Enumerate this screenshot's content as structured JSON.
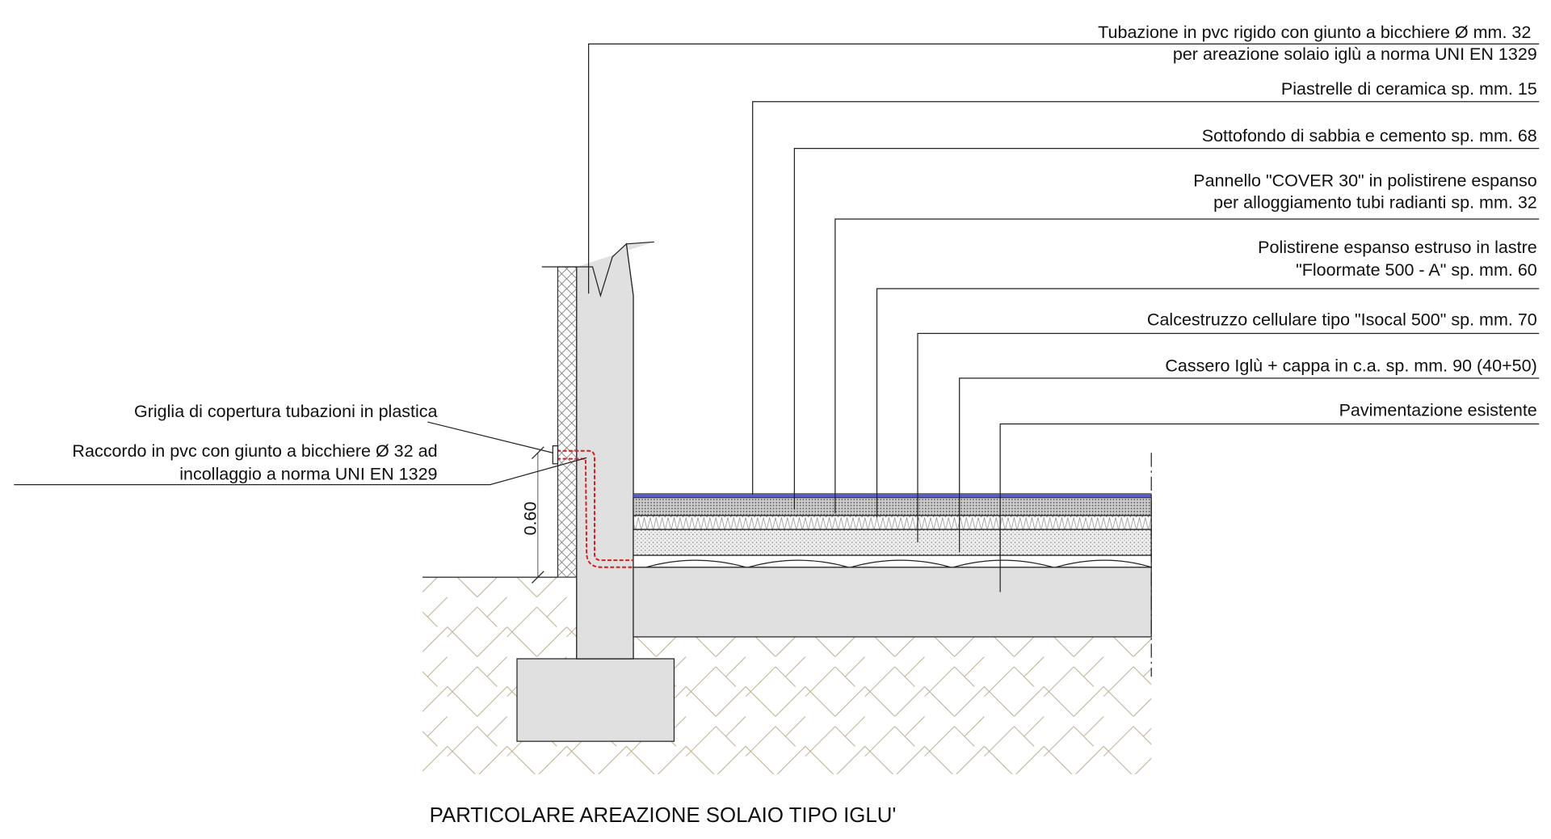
{
  "title": "PARTICOLARE AREAZIONE SOLAIO TIPO IGLU'",
  "dimension": "0.60",
  "labels_right": [
    {
      "lines": [
        "Tubazione in pvc rigido con giunto a bicchiere Ø mm. 32",
        "per areazione solaio iglù a norma UNI EN 1329"
      ]
    },
    {
      "lines": [
        "Piastrelle di ceramica sp. mm. 15"
      ]
    },
    {
      "lines": [
        "Sottofondo di sabbia e cemento sp. mm. 68"
      ]
    },
    {
      "lines": [
        "Pannello \"COVER 30\" in polistirene espanso",
        "per alloggiamento tubi radianti sp. mm. 32"
      ]
    },
    {
      "lines": [
        "Polistirene espanso estruso in lastre",
        "\"Floormate 500 - A\" sp. mm. 60"
      ]
    },
    {
      "lines": [
        "Calcestruzzo cellulare tipo \"Isocal 500\" sp. mm. 70"
      ]
    },
    {
      "lines": [
        "Cassero Iglù + cappa in c.a. sp. mm. 90 (40+50)"
      ]
    },
    {
      "lines": [
        "Pavimentazione esistente"
      ]
    }
  ],
  "labels_left": [
    {
      "lines": [
        "Griglia di copertura tubazioni in plastica"
      ]
    },
    {
      "lines": [
        "Raccordo in pvc con giunto a bicchiere Ø 32 ad",
        "incollaggio a norma UNI EN 1329"
      ]
    }
  ],
  "colors": {
    "pipe": "#d42020",
    "tiles": "#5a5fc8",
    "concrete": "#e0e0e0",
    "soil_hatch": "#b9ad90"
  }
}
